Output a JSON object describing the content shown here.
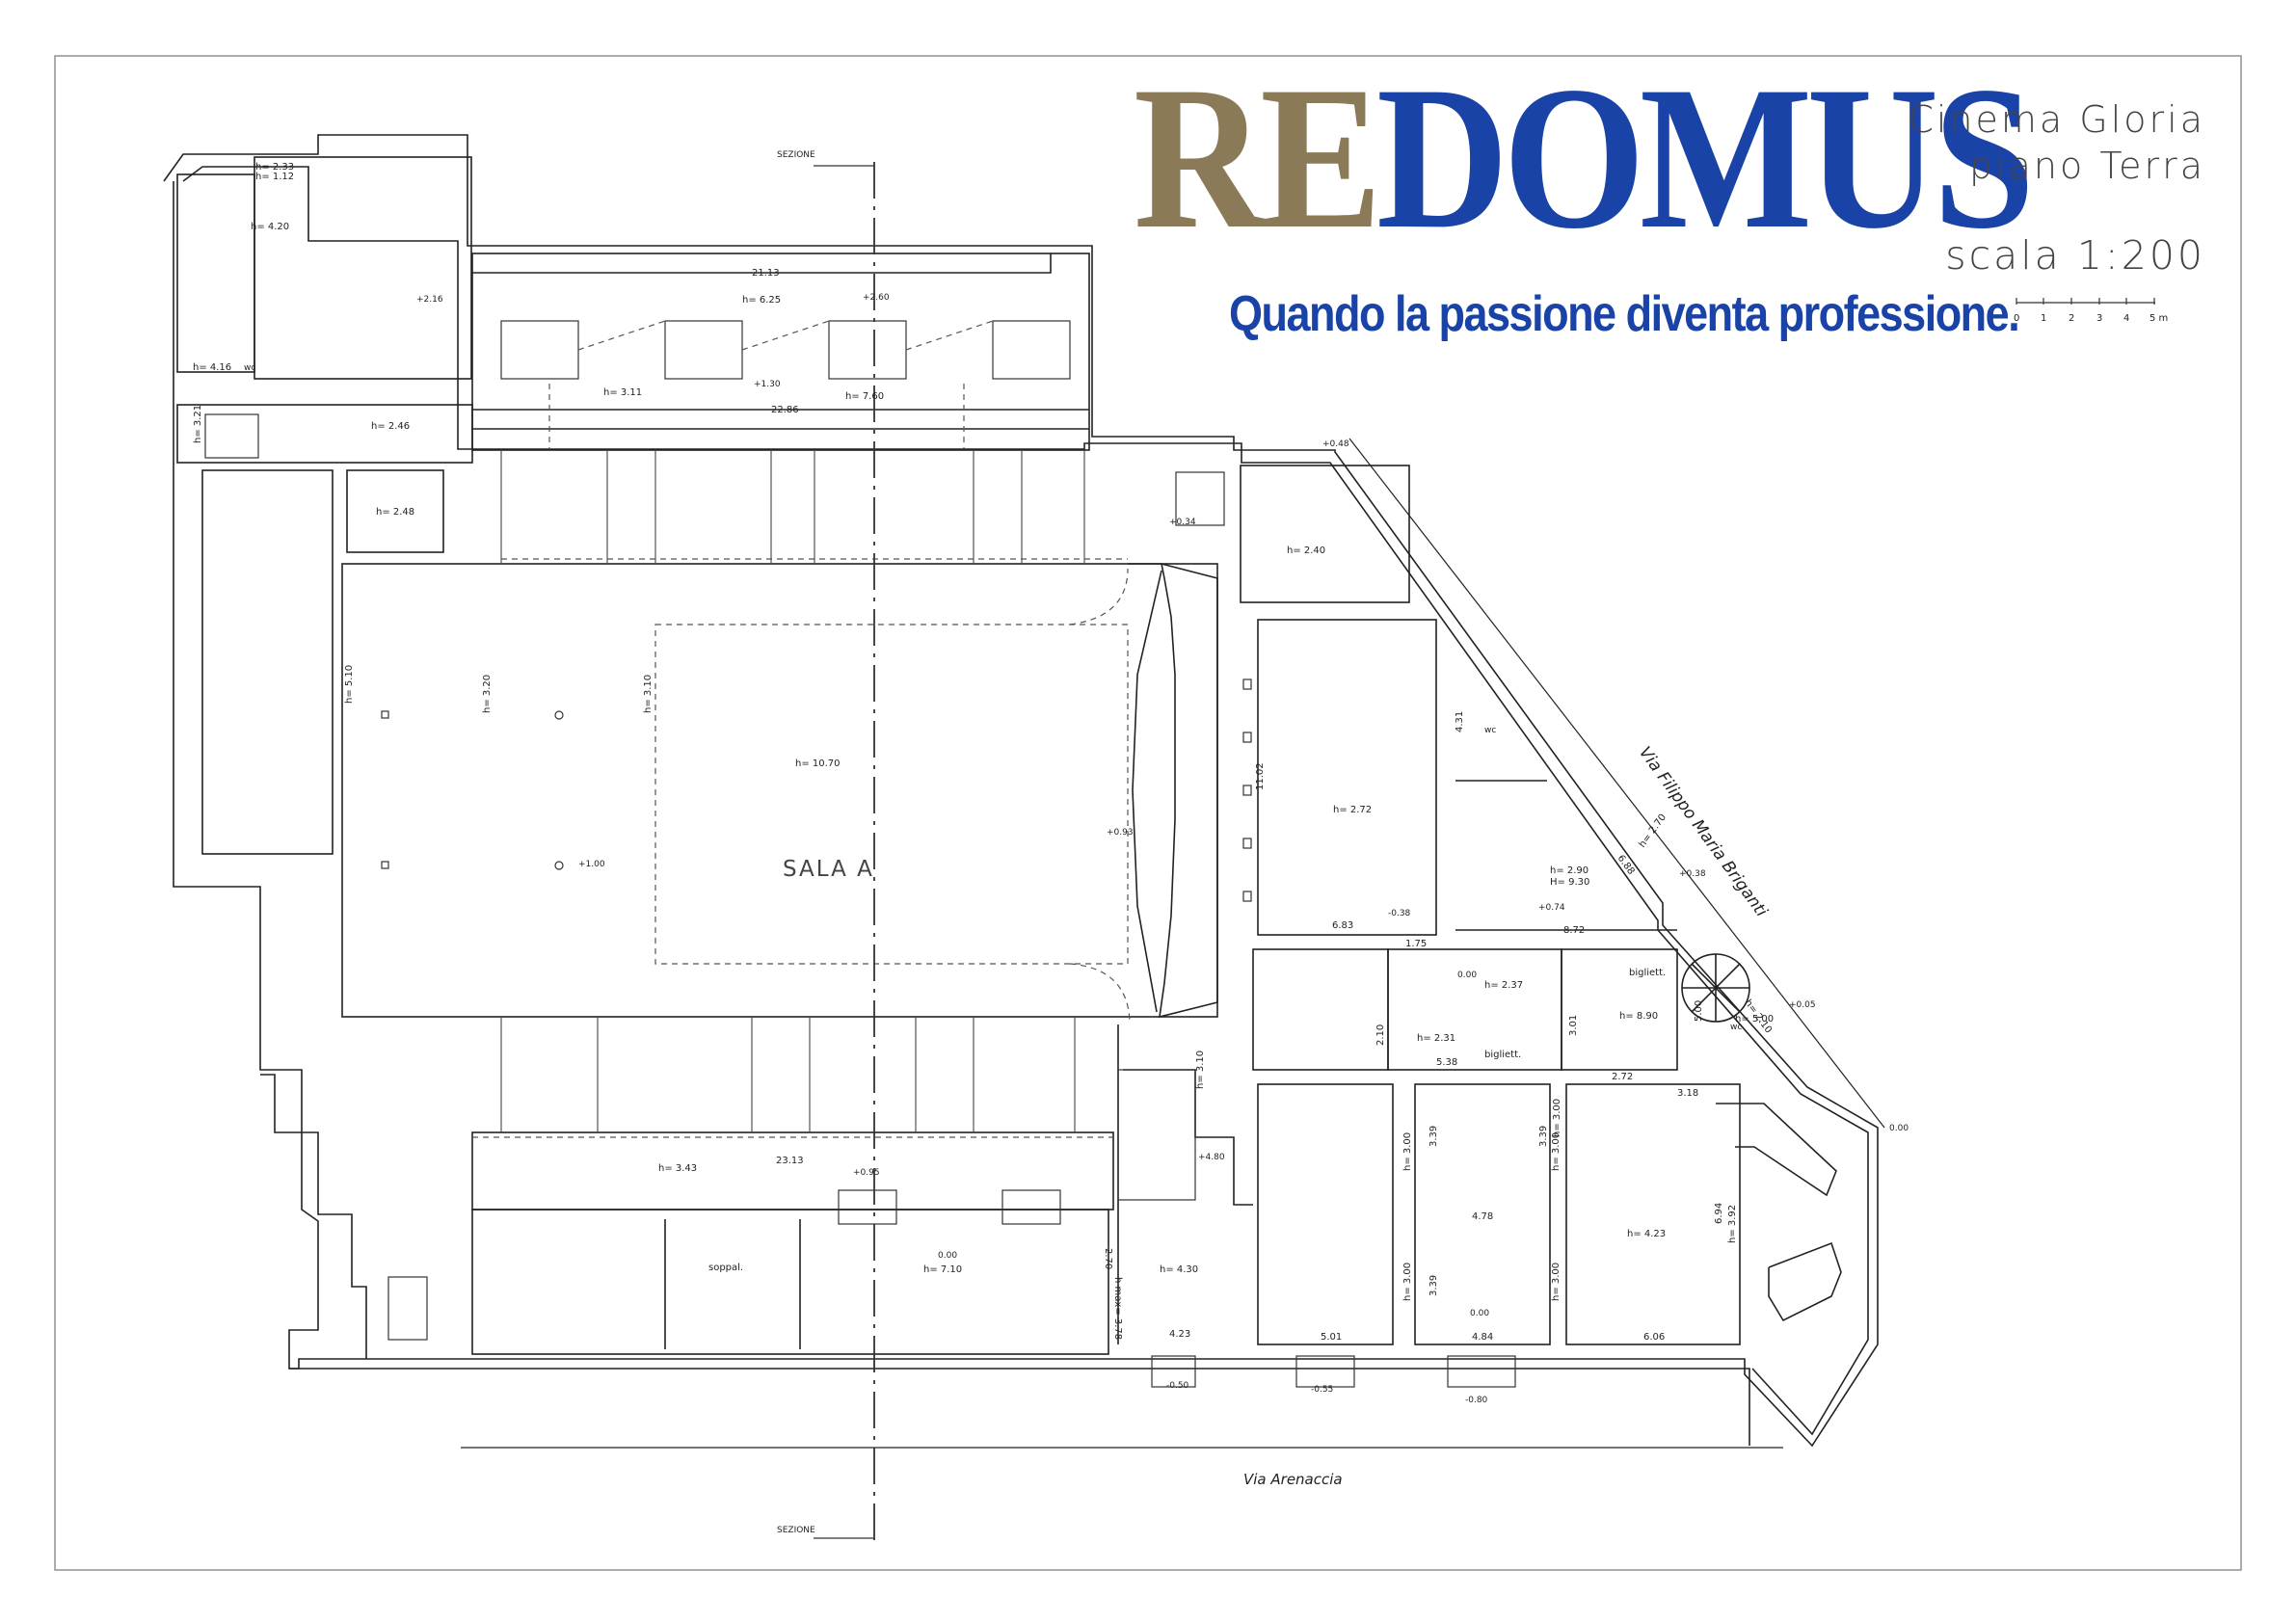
{
  "logo": {
    "part1": "RE",
    "part2": "DOMUS"
  },
  "tagline": "Quando la passione diventa professione.",
  "title": {
    "line1": "Cinema  Gloria",
    "line2": "piano  Terra",
    "scale": "scala  1:200"
  },
  "scalebar": {
    "ticks": [
      "0",
      "1",
      "2",
      "3",
      "4",
      "5 m"
    ]
  },
  "labels": {
    "sezione_top": "SEZIONE",
    "sezione_bottom": "SEZIONE",
    "sala": "SALA   A",
    "via_arenaccia": "Via  Arenaccia",
    "via_briganti": "Via  Filippo  Maria  Briganti",
    "biglett_1": "bigliett.",
    "biglett_2": "bigliett.",
    "soppal": "soppal.",
    "wc_1": "wc",
    "wc_2": "wc",
    "wc_3": "wc"
  },
  "heights": {
    "h1": "h= 2.33",
    "h2": "h= 1.12",
    "h3": "h= 4.20",
    "h4": "h= 4.16",
    "h5": "h= 6.25",
    "h6": "h= 3.11",
    "h7": "h= 7.60",
    "h8": "h= 2.46",
    "h9": "h= 2.48",
    "h10": "h= 5.10",
    "h11": "h= 3.20",
    "h12": "h= 3.10",
    "h13": "h= 10.70",
    "h14": "h= 2.40",
    "h15": "h= 2.72",
    "h16": "h= 2.90",
    "h17": "H= 9.30",
    "h18": "h= 2.37",
    "h19": "h= 2.31",
    "h20": "h= 8.90",
    "h21": "h= 5.00",
    "h22": "h= 3.43",
    "h23": "h= 7.10",
    "h24": "h= 4.30",
    "h25": "h= 4.23",
    "h26": "h= 3.10",
    "h27": "h= 3.00",
    "h28": "h= 3.00",
    "h29": "h= 3.00",
    "h30": "h= 3.00",
    "h31": "h= 3.92",
    "h32": "h= 3.21",
    "h33": "h= 2.70",
    "h34": "h= 2.10",
    "h35": "h  max= 3.78",
    "h36": "h= 3.00"
  },
  "dims": {
    "d1": "21.13",
    "d2": "22.86",
    "d3": "23.13",
    "d4": "11.02",
    "d5": "6.83",
    "d6": "1.75",
    "d7": "8.72",
    "d8": "6.88",
    "d9": "4.31",
    "d10": "5.00",
    "d11": "3.01",
    "d12": "2.72",
    "d13": "3.18",
    "d14": "5.38",
    "d15": "2.10",
    "d16": "3.39",
    "d17": "3.39",
    "d18": "3.39",
    "d19": "4.78",
    "d20": "6.94",
    "d21": "4.23",
    "d22": "5.01",
    "d23": "4.84",
    "d24": "6.06",
    "d25": "2.70"
  },
  "levels": {
    "l1": "+2.16",
    "l2": "+2.60",
    "l3": "+1.30",
    "l4": "+0.48",
    "l5": "+0.34",
    "l6": "+0.93",
    "l7": "+1.00",
    "l8": "-0.38",
    "l9": "+0.38",
    "l10": "+0.74",
    "l11": "0.00",
    "l12": "+0.05",
    "l13": "0.00",
    "l14": "+0.95",
    "l15": "+4.80",
    "l16": "0.00",
    "l17": "0.00",
    "l18": "-0.50",
    "l19": "-0.55",
    "l20": "-0.80"
  }
}
